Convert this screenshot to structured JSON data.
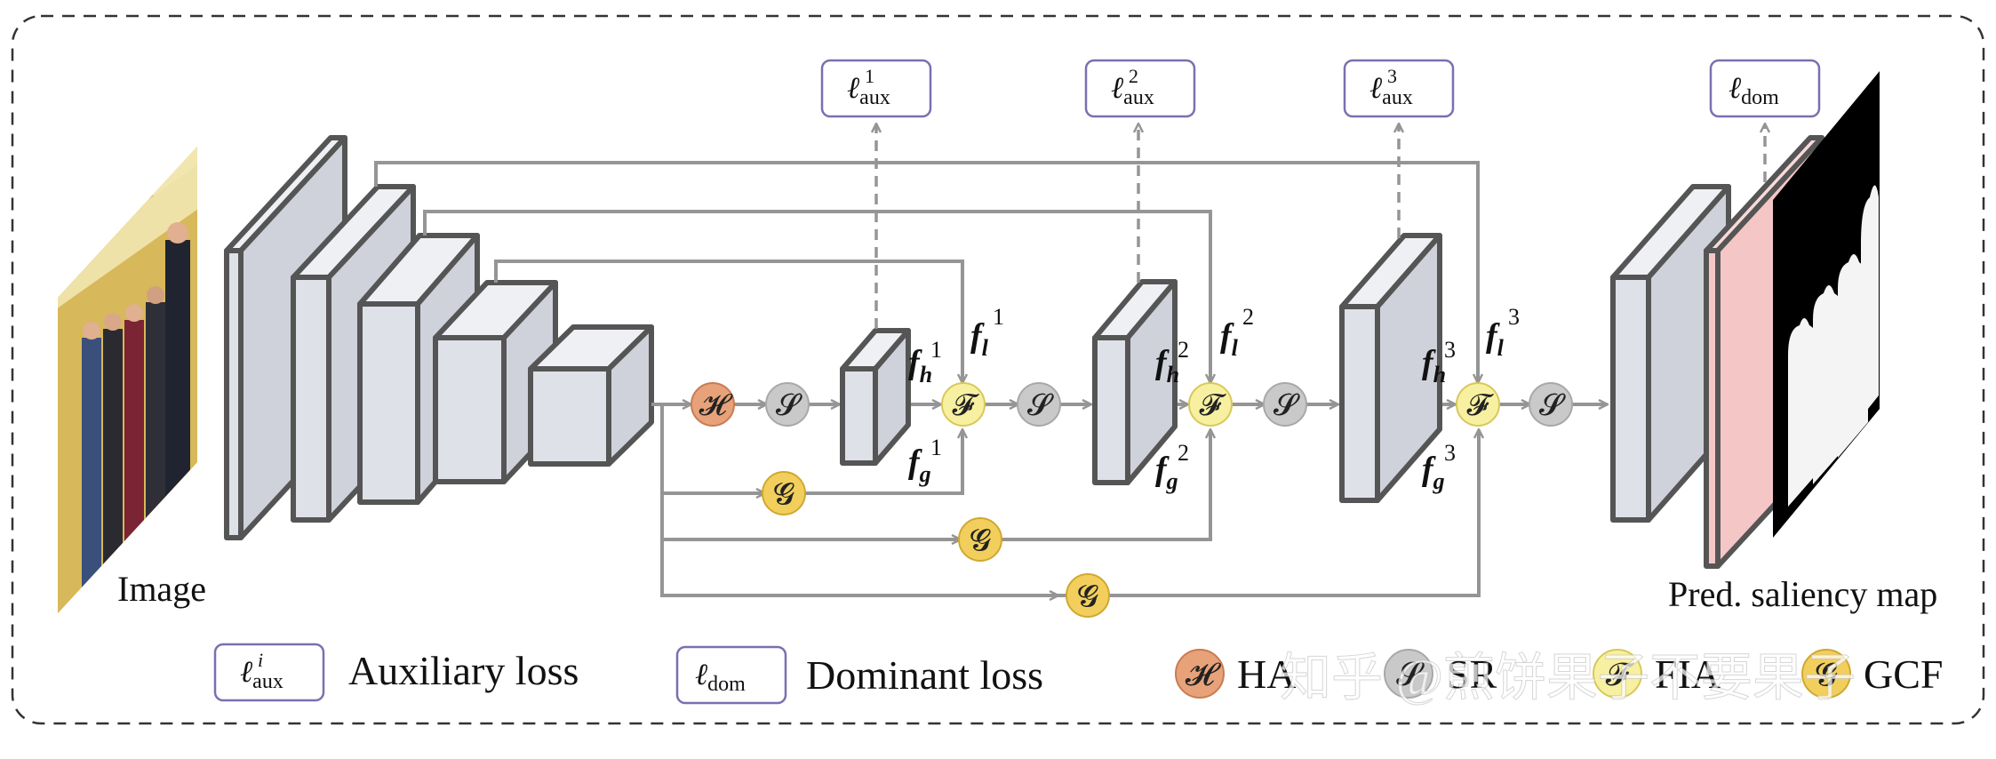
{
  "diagram": {
    "image_label": "Image",
    "output_label": "Pred. saliency map",
    "loss_boxes": [
      {
        "base": "ℓ",
        "sub": "aux",
        "sup": "1"
      },
      {
        "base": "ℓ",
        "sub": "aux",
        "sup": "2"
      },
      {
        "base": "ℓ",
        "sub": "aux",
        "sup": "3"
      },
      {
        "base": "ℓ",
        "sub": "dom",
        "sup": ""
      }
    ],
    "modules": {
      "H": "𝓗",
      "S": "𝓢",
      "F": "𝓕",
      "G": "𝓖"
    },
    "feature_labels": [
      {
        "high": "h",
        "low": "l",
        "global": "g",
        "index": "1"
      },
      {
        "high": "h",
        "low": "l",
        "global": "g",
        "index": "2"
      },
      {
        "high": "h",
        "low": "l",
        "global": "g",
        "index": "3"
      }
    ],
    "feature_symbol": "f"
  },
  "legend": {
    "aux_loss": {
      "base": "ℓ",
      "sub": "aux",
      "sup": "i",
      "label": "Auxiliary loss"
    },
    "dom_loss": {
      "base": "ℓ",
      "sub": "dom",
      "label": "Dominant loss"
    },
    "items": [
      {
        "symbol": "𝓗",
        "label": "HA",
        "color": "#e8a27a"
      },
      {
        "symbol": "𝓢",
        "label": "SR",
        "color": "#c9c9c9"
      },
      {
        "symbol": "𝓕",
        "label": "FIA",
        "color": "#f7f0a0"
      },
      {
        "symbol": "𝓖",
        "label": "GCF",
        "color": "#f2cf5c"
      }
    ]
  },
  "watermark": "知乎 @煎饼果子不要果子",
  "colors": {
    "block_face": "#dfe1e8",
    "block_edge": "#555555",
    "arrow": "#959595",
    "loss_box_border": "#7b6fb0",
    "pred_map": "#f5c6c6",
    "H_fill": "#e8a27a",
    "S_fill": "#c9c9c9",
    "F_fill": "#f7f0a0",
    "G_fill": "#f2cf5c"
  }
}
